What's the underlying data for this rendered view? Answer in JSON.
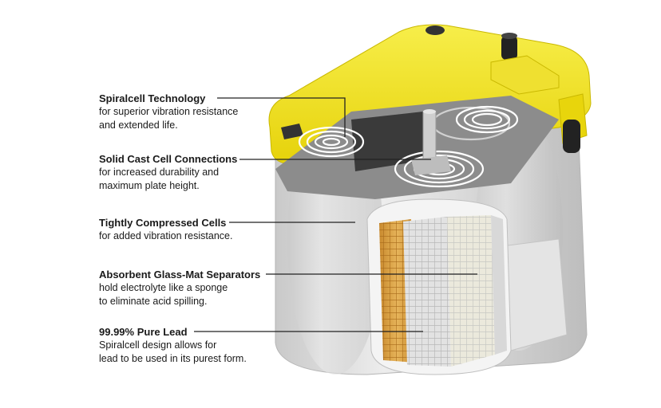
{
  "features": [
    {
      "title": "Spiralcell Technology",
      "lines": [
        "for superior vibration resistance",
        "and extended life."
      ]
    },
    {
      "title": "Solid Cast Cell Connections",
      "lines": [
        "for increased durability and",
        "maximum plate height."
      ]
    },
    {
      "title": "Tightly Compressed Cells",
      "lines": [
        "for added vibration resistance."
      ]
    },
    {
      "title": "Absorbent Glass-Mat Separators",
      "lines": [
        "hold electrolyte like a sponge",
        "to eliminate acid spilling."
      ]
    },
    {
      "title": "99.99% Pure Lead",
      "lines": [
        "Spiralcell design allows for",
        "lead to be used in its purest form."
      ]
    }
  ],
  "colors": {
    "lid": "#f2e418",
    "casing": "#d6d6d6",
    "lead": "#d9a24a",
    "separator": "#ebe9dc"
  }
}
